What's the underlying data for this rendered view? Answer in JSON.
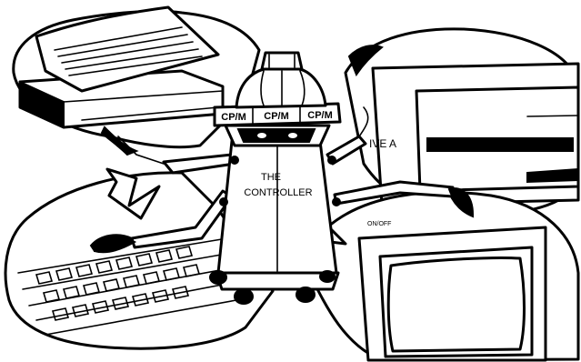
{
  "illustration": {
    "band_labels": [
      "CP/M",
      "CP/M",
      "CP/M"
    ],
    "robot_label_line1": "THE",
    "robot_label_line2": "CONTROLLER",
    "drive_label": "IVE A",
    "monitor_label": "ON/OFF",
    "colors": {
      "ink": "#000000",
      "paper": "#ffffff"
    }
  }
}
